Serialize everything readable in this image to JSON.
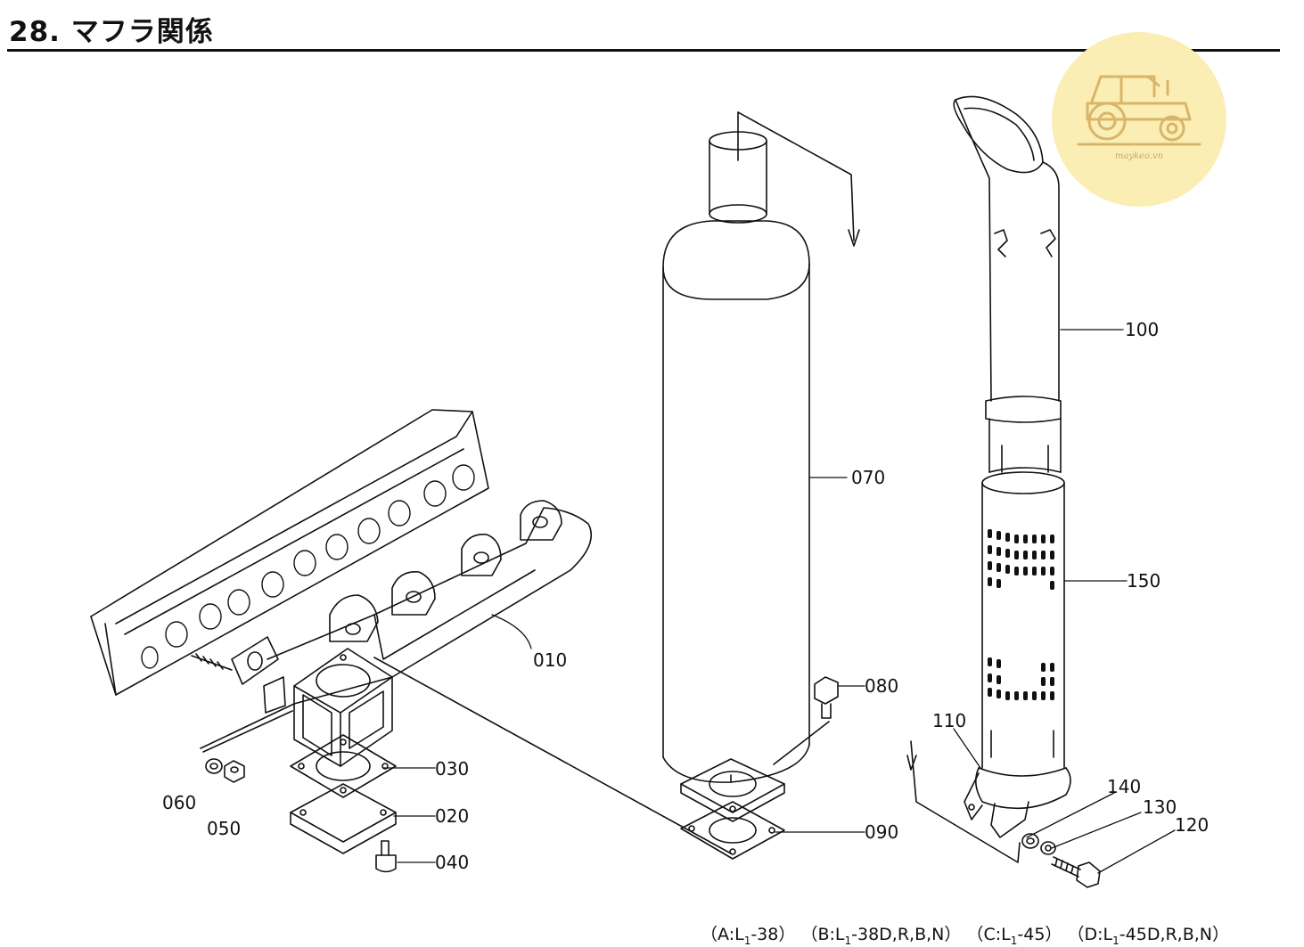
{
  "title": "28. マフラ関係",
  "watermark_text": "maykeo.vn",
  "callouts": {
    "p010": "010",
    "p020": "020",
    "p030": "030",
    "p040": "040",
    "p050": "050",
    "p060": "060",
    "p070": "070",
    "p080": "080",
    "p090": "090",
    "p100": "100",
    "p110": "110",
    "p120": "120",
    "p130": "130",
    "p140": "140",
    "p150": "150"
  },
  "variants": [
    {
      "key": "A",
      "model_prefix": "L",
      "model_sub": "1",
      "model_suffix": "-38"
    },
    {
      "key": "B",
      "model_prefix": "L",
      "model_sub": "1",
      "model_suffix": "-38D,R,B,N"
    },
    {
      "key": "C",
      "model_prefix": "L",
      "model_sub": "1",
      "model_suffix": "-45"
    },
    {
      "key": "D",
      "model_prefix": "L",
      "model_sub": "1",
      "model_suffix": "-45D,R,B,N"
    }
  ]
}
